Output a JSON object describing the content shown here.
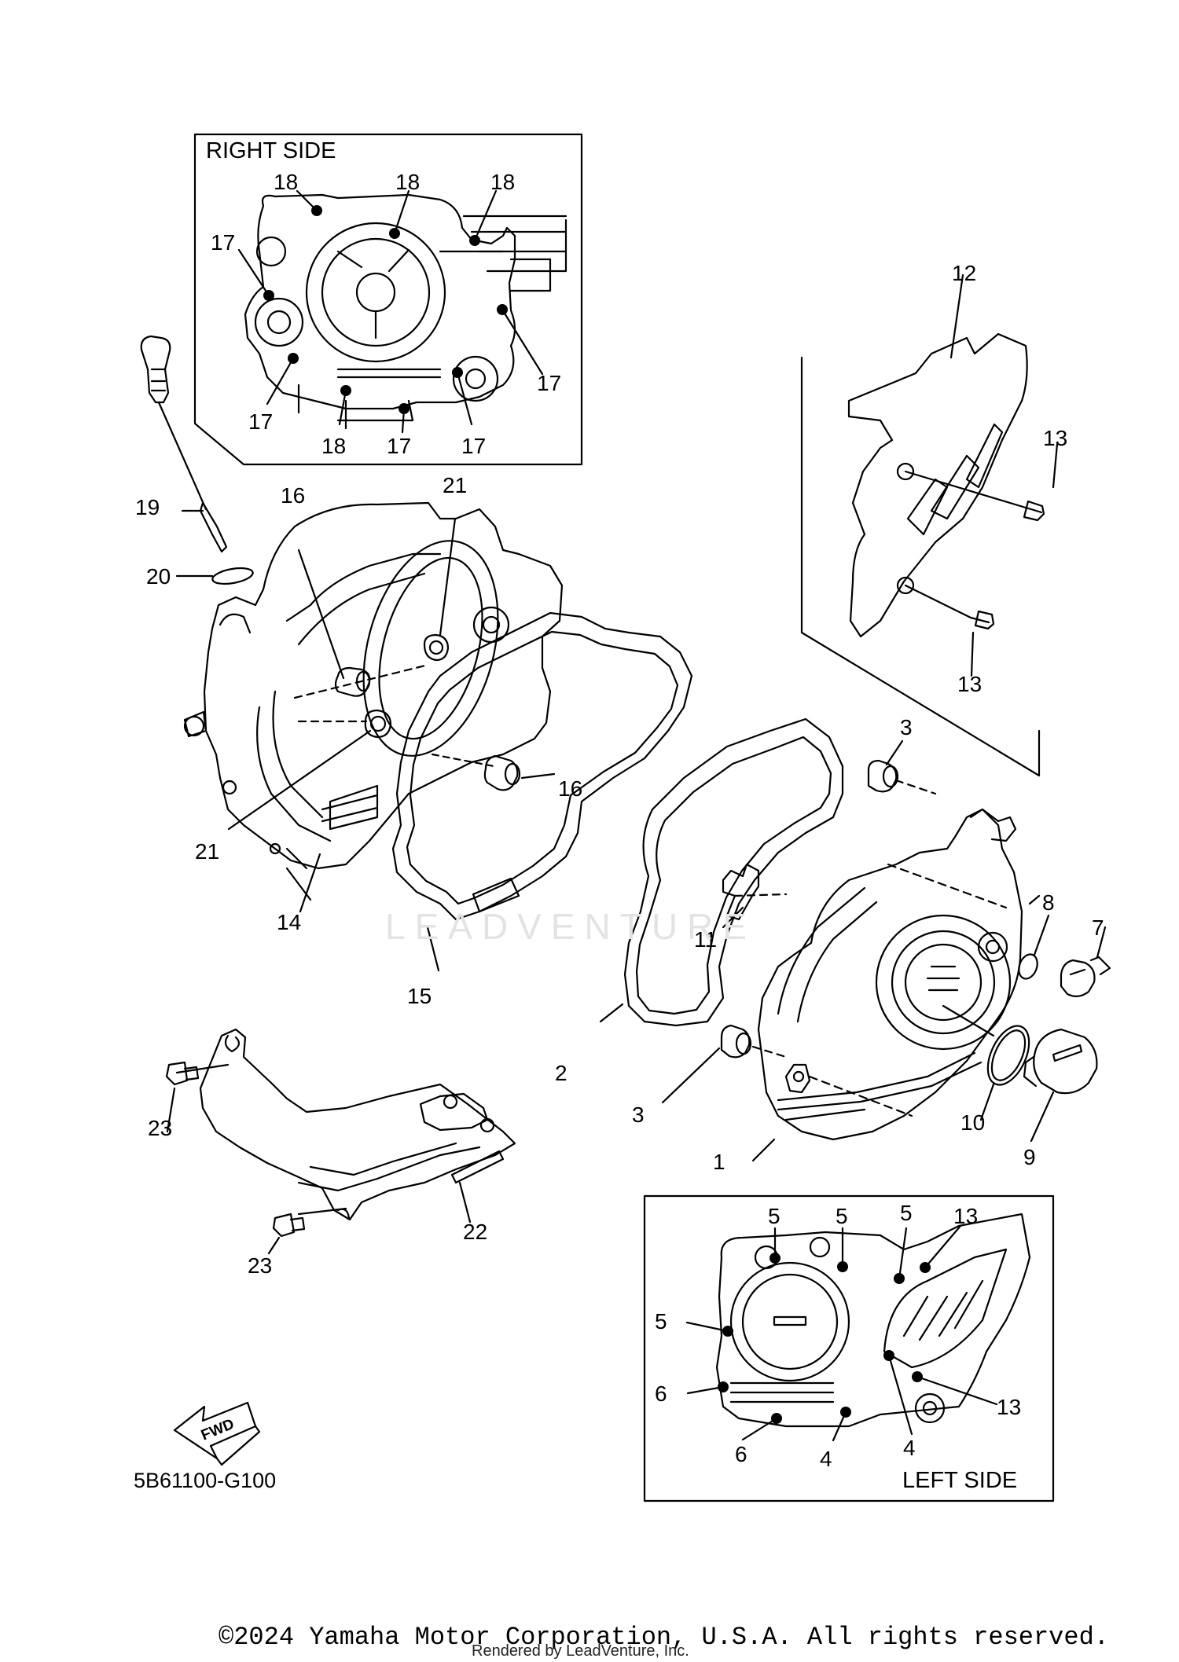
{
  "diagram": {
    "right_side_title": "RIGHT SIDE",
    "left_side_title": "LEFT SIDE",
    "diagram_code": "5B61100-G100",
    "fwd_label": "FWD",
    "callouts": {
      "c1": "1",
      "c2": "2",
      "c3a": "3",
      "c3b": "3",
      "c7": "7",
      "c8": "8",
      "c9": "9",
      "c10": "10",
      "c11": "11",
      "c12": "12",
      "c13a": "13",
      "c13b": "13",
      "c14": "14",
      "c15": "15",
      "c16a": "16",
      "c16b": "16",
      "c19": "19",
      "c20": "20",
      "c21a": "21",
      "c21b": "21",
      "c22": "22",
      "c23a": "23",
      "c23b": "23"
    },
    "right_box_callouts": {
      "r18a": "18",
      "r18b": "18",
      "r18c": "18",
      "r18d": "18",
      "r17a": "17",
      "r17b": "17",
      "r17c": "17",
      "r17d": "17",
      "r17e": "17"
    },
    "left_box_callouts": {
      "l5a": "5",
      "l5b": "5",
      "l5c": "5",
      "l5d": "5",
      "l13a": "13",
      "l13b": "13",
      "l6a": "6",
      "l6b": "6",
      "l4a": "4",
      "l4b": "4"
    }
  },
  "watermark": "LEADVENTURE",
  "footer": {
    "copyright": "©2024 Yamaha Motor Corporation, U.S.A. All rights reserved.",
    "rendered_by": "Rendered by LeadVenture, Inc."
  }
}
